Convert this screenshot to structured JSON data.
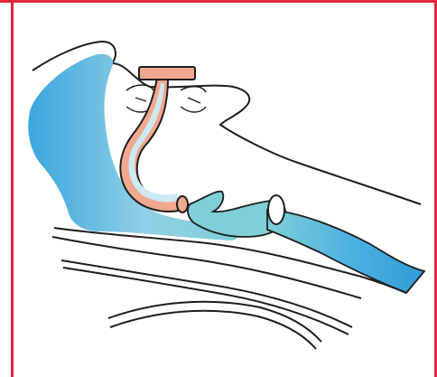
{
  "figure": {
    "frame_color": "#e2283a",
    "colors": {
      "airway_fill": "#3aa6dc",
      "airway_fill_light": "#cdeaf3",
      "airway_outline": "#2a2a2a",
      "airway_device_fill": "#f0a88e",
      "airway_device_inner": "#cdeaf3",
      "teal_fill": "#7fcfd6",
      "line_color": "#1e1e1e"
    },
    "icons": [
      "head-profile-outline",
      "nasal-cavity",
      "oral-airway-device",
      "tongue",
      "trachea",
      "esophagus",
      "spine-lines"
    ]
  }
}
